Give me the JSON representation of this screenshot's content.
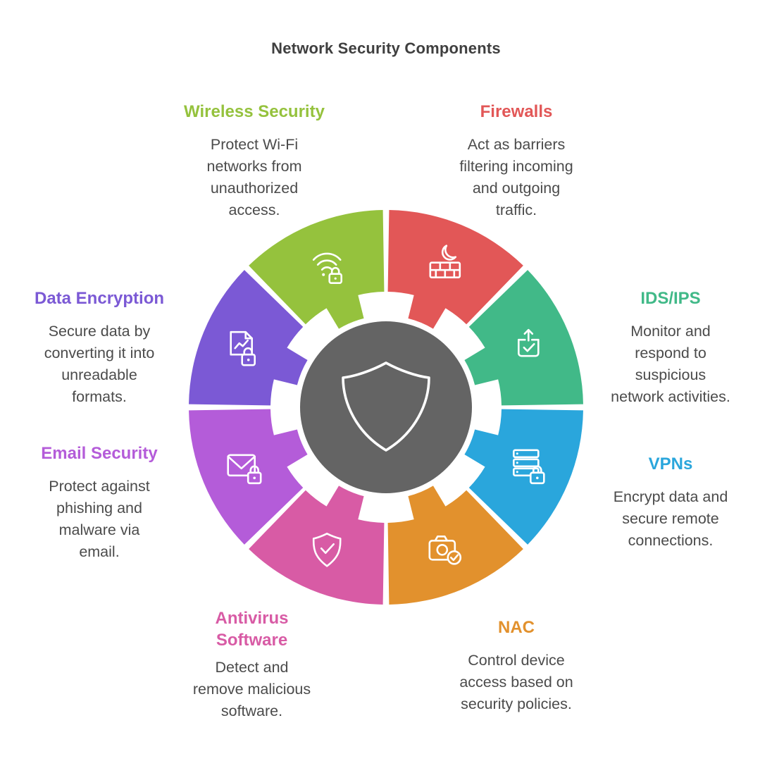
{
  "title": "Network Security Components",
  "theme": {
    "background": "#ffffff",
    "title_color": "#3f3f3f",
    "description_color": "#4b4b4b"
  },
  "center": {
    "icon": "shield-icon",
    "color": "#646464"
  },
  "segments": [
    {
      "id": "firewalls",
      "name": "Firewalls",
      "description_lines": [
        "Act as barriers",
        "filtering incoming",
        "and outgoing",
        "traffic."
      ],
      "color": "#e25757",
      "icon": "firewall-flame-icon",
      "label_position": "top-right"
    },
    {
      "id": "ids-ips",
      "name": "IDS/IPS",
      "description_lines": [
        "Monitor and",
        "respond to",
        "suspicious",
        "network activities."
      ],
      "color": "#41b988",
      "icon": "intrusion-detection-icon",
      "label_position": "right-upper"
    },
    {
      "id": "vpns",
      "name": "VPNs",
      "description_lines": [
        "Encrypt data and",
        "secure remote",
        "connections."
      ],
      "color": "#2aa6dc",
      "icon": "server-lock-icon",
      "label_position": "right-lower"
    },
    {
      "id": "nac",
      "name": "NAC",
      "description_lines": [
        "Control device",
        "access based on",
        "security policies."
      ],
      "color": "#e2912d",
      "icon": "camera-check-icon",
      "label_position": "bottom-right"
    },
    {
      "id": "antivirus",
      "name": "Antivirus Software",
      "description_lines": [
        "Detect and",
        "remove malicious",
        "software."
      ],
      "color": "#d85ba5",
      "icon": "shield-check-icon",
      "label_position": "bottom-left"
    },
    {
      "id": "email-security",
      "name": "Email Security",
      "description_lines": [
        "Protect against",
        "phishing and",
        "malware via",
        "email."
      ],
      "color": "#b45cd9",
      "icon": "envelope-lock-icon",
      "label_position": "left-lower"
    },
    {
      "id": "data-encryption",
      "name": "Data Encryption",
      "description_lines": [
        "Secure data by",
        "converting it into",
        "unreadable",
        "formats."
      ],
      "color": "#7b59d5",
      "icon": "document-lock-icon",
      "label_position": "left-upper"
    },
    {
      "id": "wireless-security",
      "name": "Wireless Security",
      "description_lines": [
        "Protect Wi-Fi",
        "networks from",
        "unauthorized",
        "access."
      ],
      "color": "#95c23d",
      "icon": "wifi-lock-icon",
      "label_position": "top-left"
    }
  ]
}
